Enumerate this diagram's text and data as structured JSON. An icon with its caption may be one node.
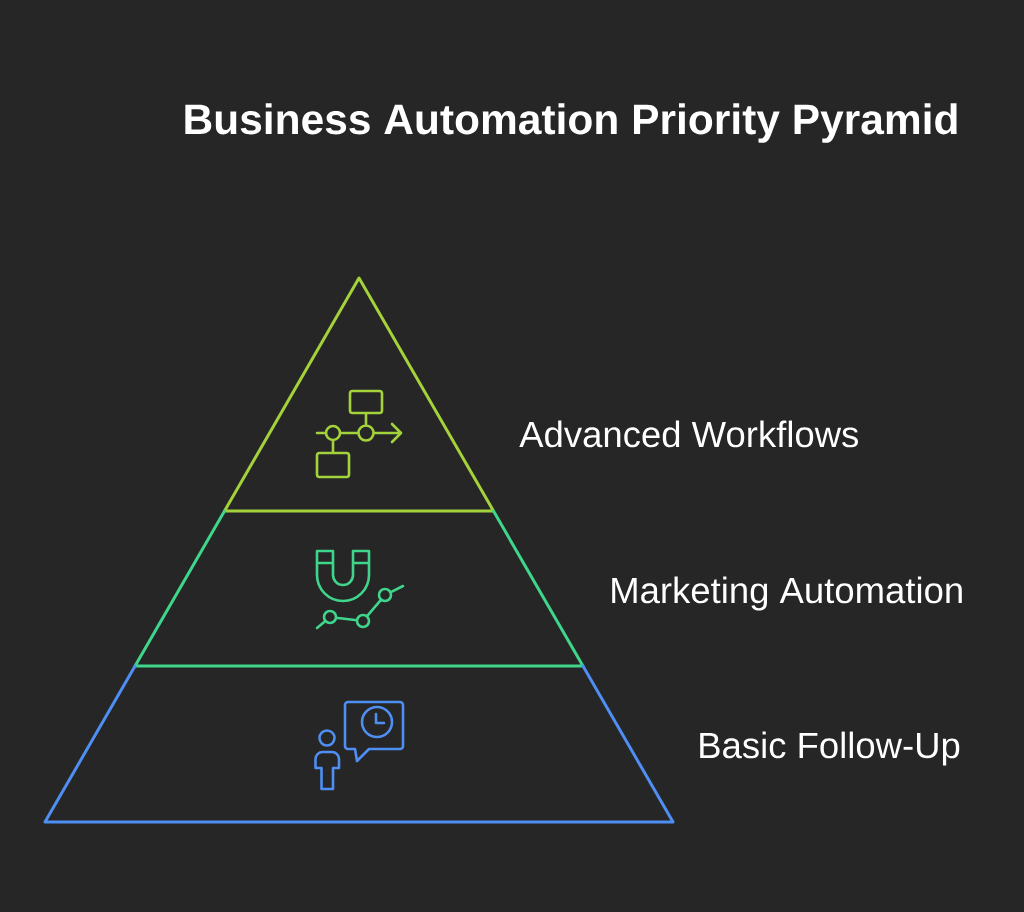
{
  "diagram": {
    "title": "Business Automation Priority Pyramid",
    "nodes": [
      {
        "text": [
          "Advanced Workflows"
        ]
      },
      {
        "text": [
          "Marketing Automation"
        ]
      },
      {
        "text": [
          "Basic Follow-Up"
        ]
      }
    ]
  }
}
